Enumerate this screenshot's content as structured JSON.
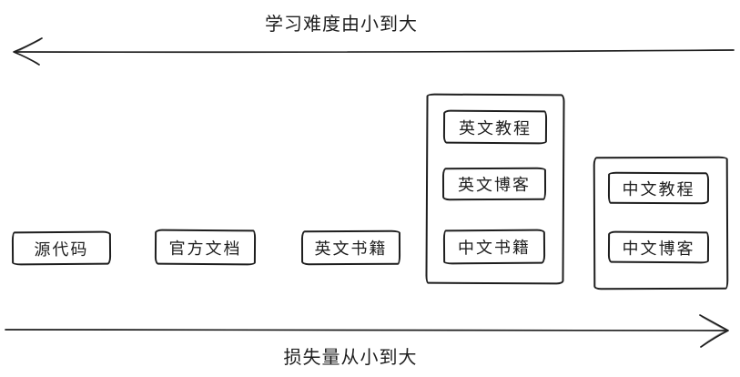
{
  "diagram": {
    "background": "#ffffff",
    "stroke_color": "#1e1e1e",
    "text_color": "#1f1f1f",
    "top_axis": {
      "label": "学习难度由小到大",
      "arrow_direction": "left"
    },
    "bottom_axis": {
      "label": "损失量从小到大",
      "arrow_direction": "right"
    },
    "nodes": [
      {
        "label": "源代码"
      },
      {
        "label": "官方文档"
      },
      {
        "label": "英文书籍"
      }
    ],
    "groups": [
      {
        "name": "group-english-plus",
        "items": [
          {
            "label": "英文教程"
          },
          {
            "label": "英文博客"
          },
          {
            "label": "中文书籍"
          }
        ]
      },
      {
        "name": "group-chinese",
        "items": [
          {
            "label": "中文教程"
          },
          {
            "label": "中文博客"
          }
        ]
      }
    ]
  }
}
